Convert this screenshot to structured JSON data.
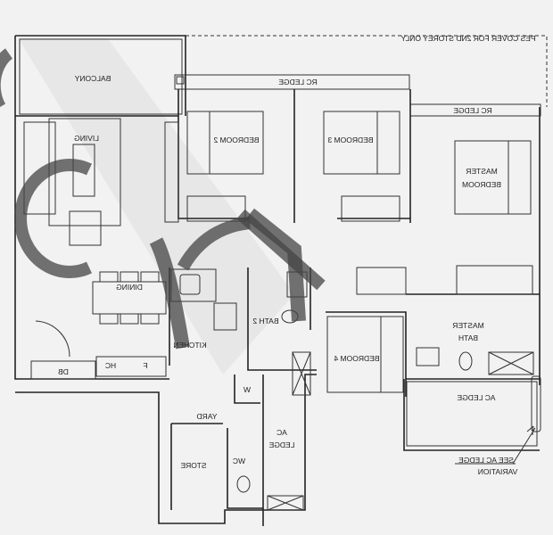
{
  "plan": {
    "mirrored": true,
    "labels": {
      "pes_cover": "PES COVER FOR 2ND STOREY ONLY",
      "rc_ledge_top": "RC LEDGE",
      "rc_ledge_right": "RC LEDGE",
      "balcony": "BALCONY",
      "living": "LIVING",
      "bedroom2": "BEDROOM 2",
      "bedroom3": "BEDROOM 3",
      "master_bedroom_1": "MASTER",
      "master_bedroom_2": "BEDROOM",
      "dining": "DINING",
      "kitchen": "KITCHEN",
      "bath2": "BATH 2",
      "bedroom4": "BEDROOM 4",
      "master_bath_1": "MASTER",
      "master_bath_2": "BATH",
      "db": "DB",
      "hc": "HC",
      "f": "F",
      "yard": "YARD",
      "w": "W",
      "ac_ledge_mid_1": "AC",
      "ac_ledge_mid_2": "LEDGE",
      "ac_ledge_right": "AC LEDGE",
      "store": "STORE",
      "wc": "WC",
      "see_ac_1": "SEE AC LEDGE",
      "see_ac_2": "VARIATION"
    },
    "colors": {
      "line": "#222222",
      "background": "#f2f2f2",
      "watermark": "#444444"
    }
  }
}
